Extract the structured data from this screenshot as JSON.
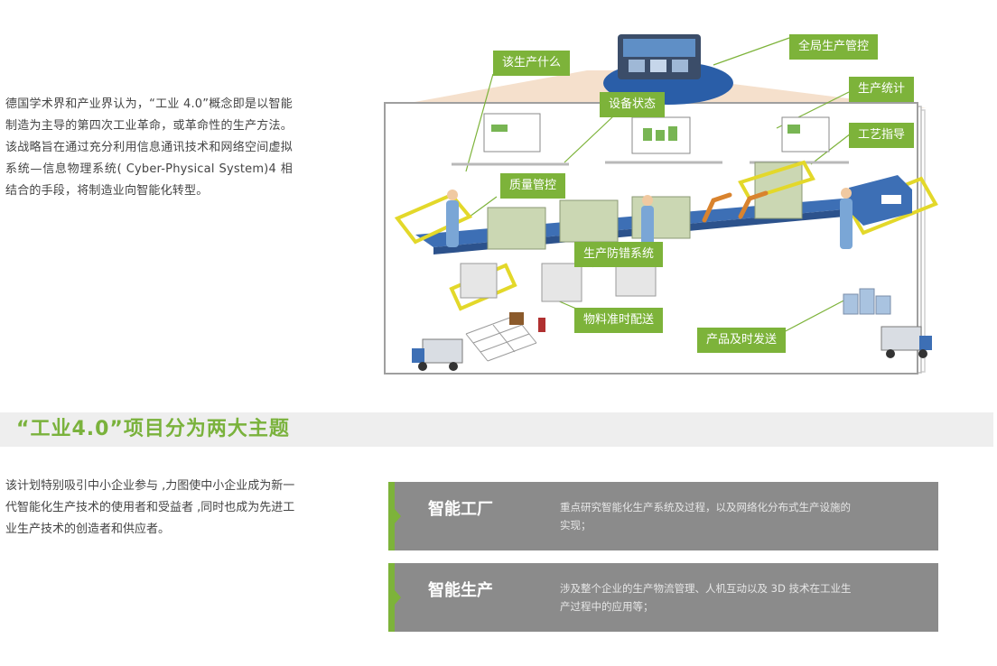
{
  "intro": {
    "paragraph": "德国学术界和产业界认为，“工业 4.0”概念即是以智能制造为主导的第四次工业革命，或革命性的生产方法。该战略旨在通过充分利用信息通讯技术和网络空间虚拟系统—信息物理系统( Cyber-Physical System)4 相结合的手段，将制造业向智能化转型。"
  },
  "figure": {
    "callouts": {
      "global_control": "全局生产管控",
      "what_to_produce": "该生产什么",
      "equipment_status": "设备状态",
      "production_stats": "生产统计",
      "process_guidance": "工艺指导",
      "quality_control": "质量管控",
      "error_proofing": "生产防错系统",
      "material_delivery": "物料准时配送",
      "product_delivery": "产品及时发送"
    }
  },
  "section": {
    "title": "“工业4.0”项目分为两大主题"
  },
  "sub": {
    "paragraph": "该计划特别吸引中小企业参与 ,力图使中小企业成为新一代智能化生产技术的使用者和受益者 ,同时也成为先进工业生产技术的创造者和供应者。"
  },
  "themes": [
    {
      "name": "智能工厂",
      "desc": "重点研究智能化生产系统及过程，以及网络化分布式生产设施的实现；"
    },
    {
      "name": "智能生产",
      "desc": "涉及整个企业的生产物流管理、人机互动以及 3D 技术在工业生产过程中的应用等；"
    }
  ],
  "colors": {
    "accent": "#7db33a",
    "card_bg": "#8b8b8b",
    "band_bg": "#eeeeee"
  }
}
